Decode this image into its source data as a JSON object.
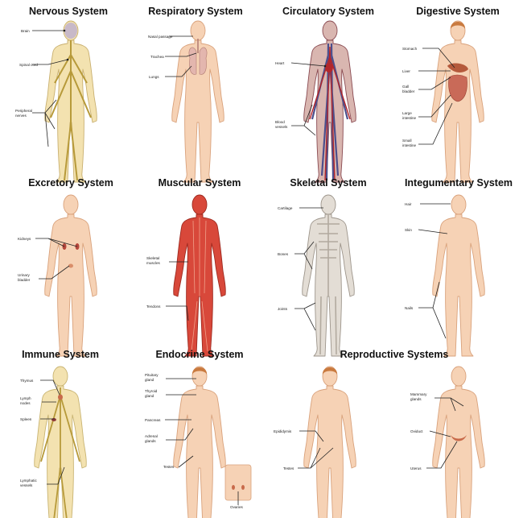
{
  "panels": {
    "nervous": {
      "title": "Nervous System",
      "labels": [
        "Brain",
        "Spinal cord",
        "Peripheral",
        "nerves"
      ]
    },
    "respiratory": {
      "title": "Respiratory System",
      "labels": [
        "Nasal passage",
        "Trachea",
        "Lungs"
      ]
    },
    "circulatory": {
      "title": "Circulatory System",
      "labels": [
        "Heart",
        "Blood",
        "vessels"
      ]
    },
    "digestive": {
      "title": "Digestive System",
      "labels": [
        "Stomach",
        "Liver",
        "Gall",
        "bladder",
        "Large",
        "intestine",
        "Small",
        "intestine"
      ]
    },
    "excretory": {
      "title": "Excretory System",
      "labels": [
        "Kidneys",
        "Urinary",
        "bladder"
      ]
    },
    "muscular": {
      "title": "Muscular System",
      "labels": [
        "Skeletal",
        "muscles",
        "Tendons"
      ]
    },
    "skeletal": {
      "title": "Skeletal System",
      "labels": [
        "Cartilage",
        "Bones",
        "Joints"
      ]
    },
    "integumentary": {
      "title": "Integumentary System",
      "labels": [
        "Hair",
        "Skin",
        "Nails"
      ]
    },
    "immune": {
      "title": "Immune System",
      "labels": [
        "Thymus",
        "Lymph",
        "nodes",
        "Spleen",
        "Lymphatic",
        "vessels"
      ]
    },
    "endocrine": {
      "title": "Endocrine System",
      "labels": [
        "Pituitary",
        "gland",
        "Thyroid",
        "gland",
        "Pancreas",
        "Adrenal",
        "glands",
        "Testes",
        "Ovaries"
      ]
    },
    "reproductive": {
      "title": "Reproductive Systems",
      "labels": [
        "Epididymis",
        "Testes",
        "Mammary",
        "glands",
        "Oviduct",
        "Uterus"
      ]
    }
  },
  "colors": {
    "skin": "#f6d2b5",
    "skin_outline": "#d9a27c",
    "hair": "#c97a3f",
    "nerve": "#c9b070",
    "blood_red": "#b3262b",
    "blood_blue": "#4c4f8c",
    "muscle": "#d8483a",
    "bone": "#cfc6ba",
    "lymph": "#c9b472"
  }
}
